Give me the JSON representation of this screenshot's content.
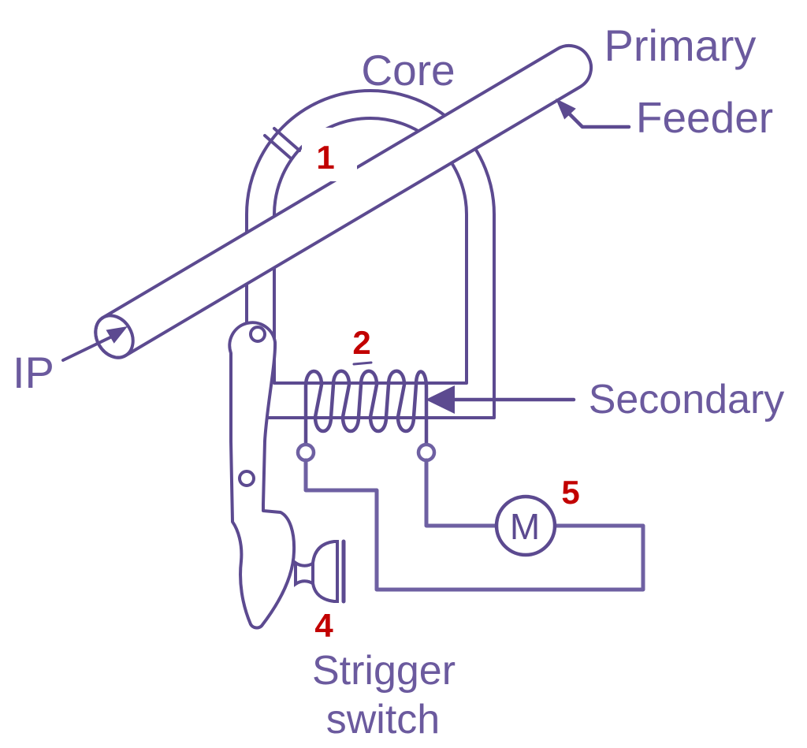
{
  "labels": {
    "core": "Core",
    "primary": "Primary",
    "feeder": "Feeder",
    "ip": "IP",
    "secondary": "Secondary",
    "trigger_line1": "Strigger",
    "trigger_line2": "switch",
    "meter": "M"
  },
  "annotations": {
    "n1": "1",
    "n2": "2",
    "n4": "4",
    "n5": "5"
  },
  "colors": {
    "line": "#5c4a90",
    "text": "#6b5a9e",
    "wire": "#6e60a2",
    "red": "#c20000",
    "bg": "#ffffff"
  }
}
